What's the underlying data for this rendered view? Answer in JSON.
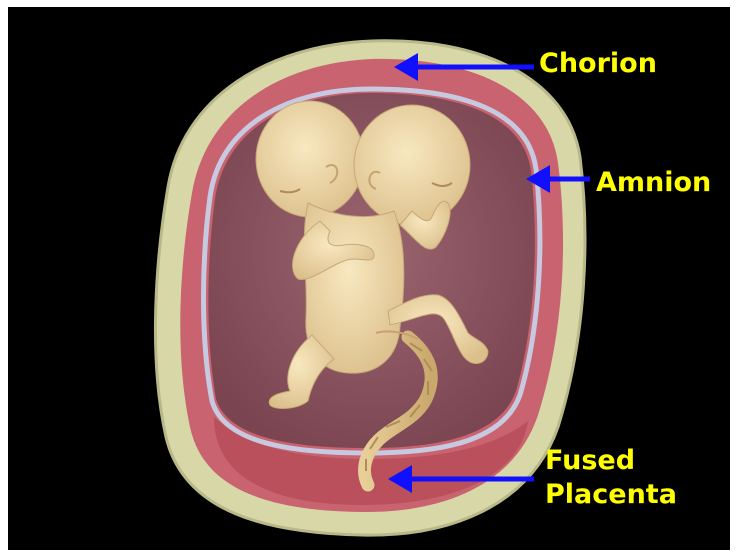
{
  "labels": {
    "chorion": "Chorion",
    "amnion": "Amnion",
    "placenta_line1": "Fused",
    "placenta_line2": "Placenta"
  },
  "colors": {
    "background": "#000000",
    "label_text": "#ffff00",
    "arrow": "#1010ff",
    "chorion_outer": "#d8d7a8",
    "chorion_inner": "#c8636f",
    "amnion_membrane": "#c7c9e0",
    "amniotic_cavity": "#8c5660",
    "fetus_skin": "#f1dcaa"
  },
  "icons": {
    "chorion_arrow": "arrow-left-icon",
    "amnion_arrow": "arrow-left-icon",
    "placenta_arrow": "arrow-left-icon"
  }
}
